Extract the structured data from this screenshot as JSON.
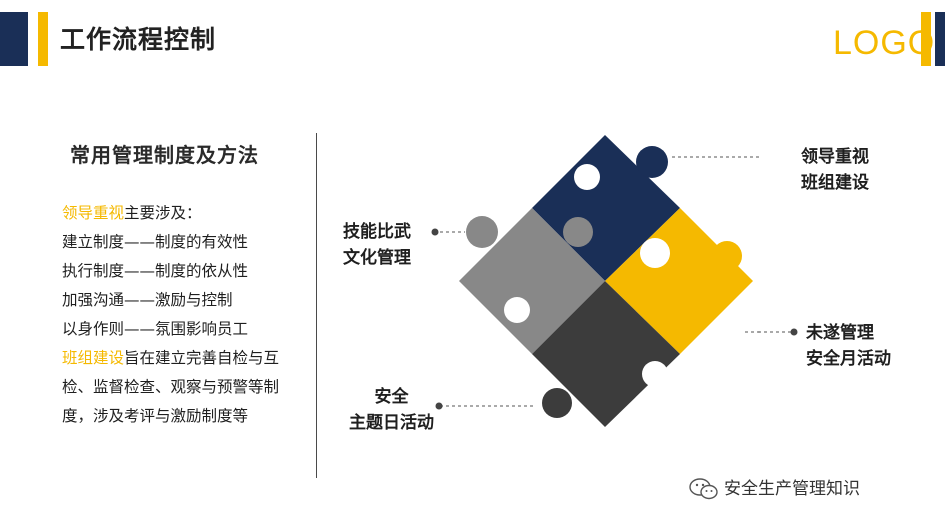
{
  "header": {
    "title": "工作流程控制",
    "logo": "LOGO"
  },
  "left": {
    "subtitle": "常用管理制度及方法",
    "line1_hl": "领导重视",
    "line1_rest": "主要涉及：",
    "line2": "建立制度——制度的有效性",
    "line3": "执行制度——制度的依从性",
    "line4": "加强沟通——激励与控制",
    "line5": "以身作则——氛围影响员工",
    "line6_hl": "班组建设",
    "line6_rest": "旨在建立完善自检与互",
    "line7": "检、监督检查、观察与预警等制",
    "line8": "度，涉及考评与激励制度等"
  },
  "callouts": {
    "top_right": [
      "领导重视",
      "班组建设"
    ],
    "left": [
      "技能比武",
      "文化管理"
    ],
    "right": [
      "未遂管理",
      "安全月活动"
    ],
    "bottom_left": [
      "安全",
      "主题日活动"
    ]
  },
  "footer": {
    "text": "安全生产管理知识",
    "icon": "wechat-icon"
  },
  "colors": {
    "navy": "#1a2f57",
    "yellow": "#f5b900",
    "gray": "#888888",
    "dark": "#3c3c3c"
  }
}
